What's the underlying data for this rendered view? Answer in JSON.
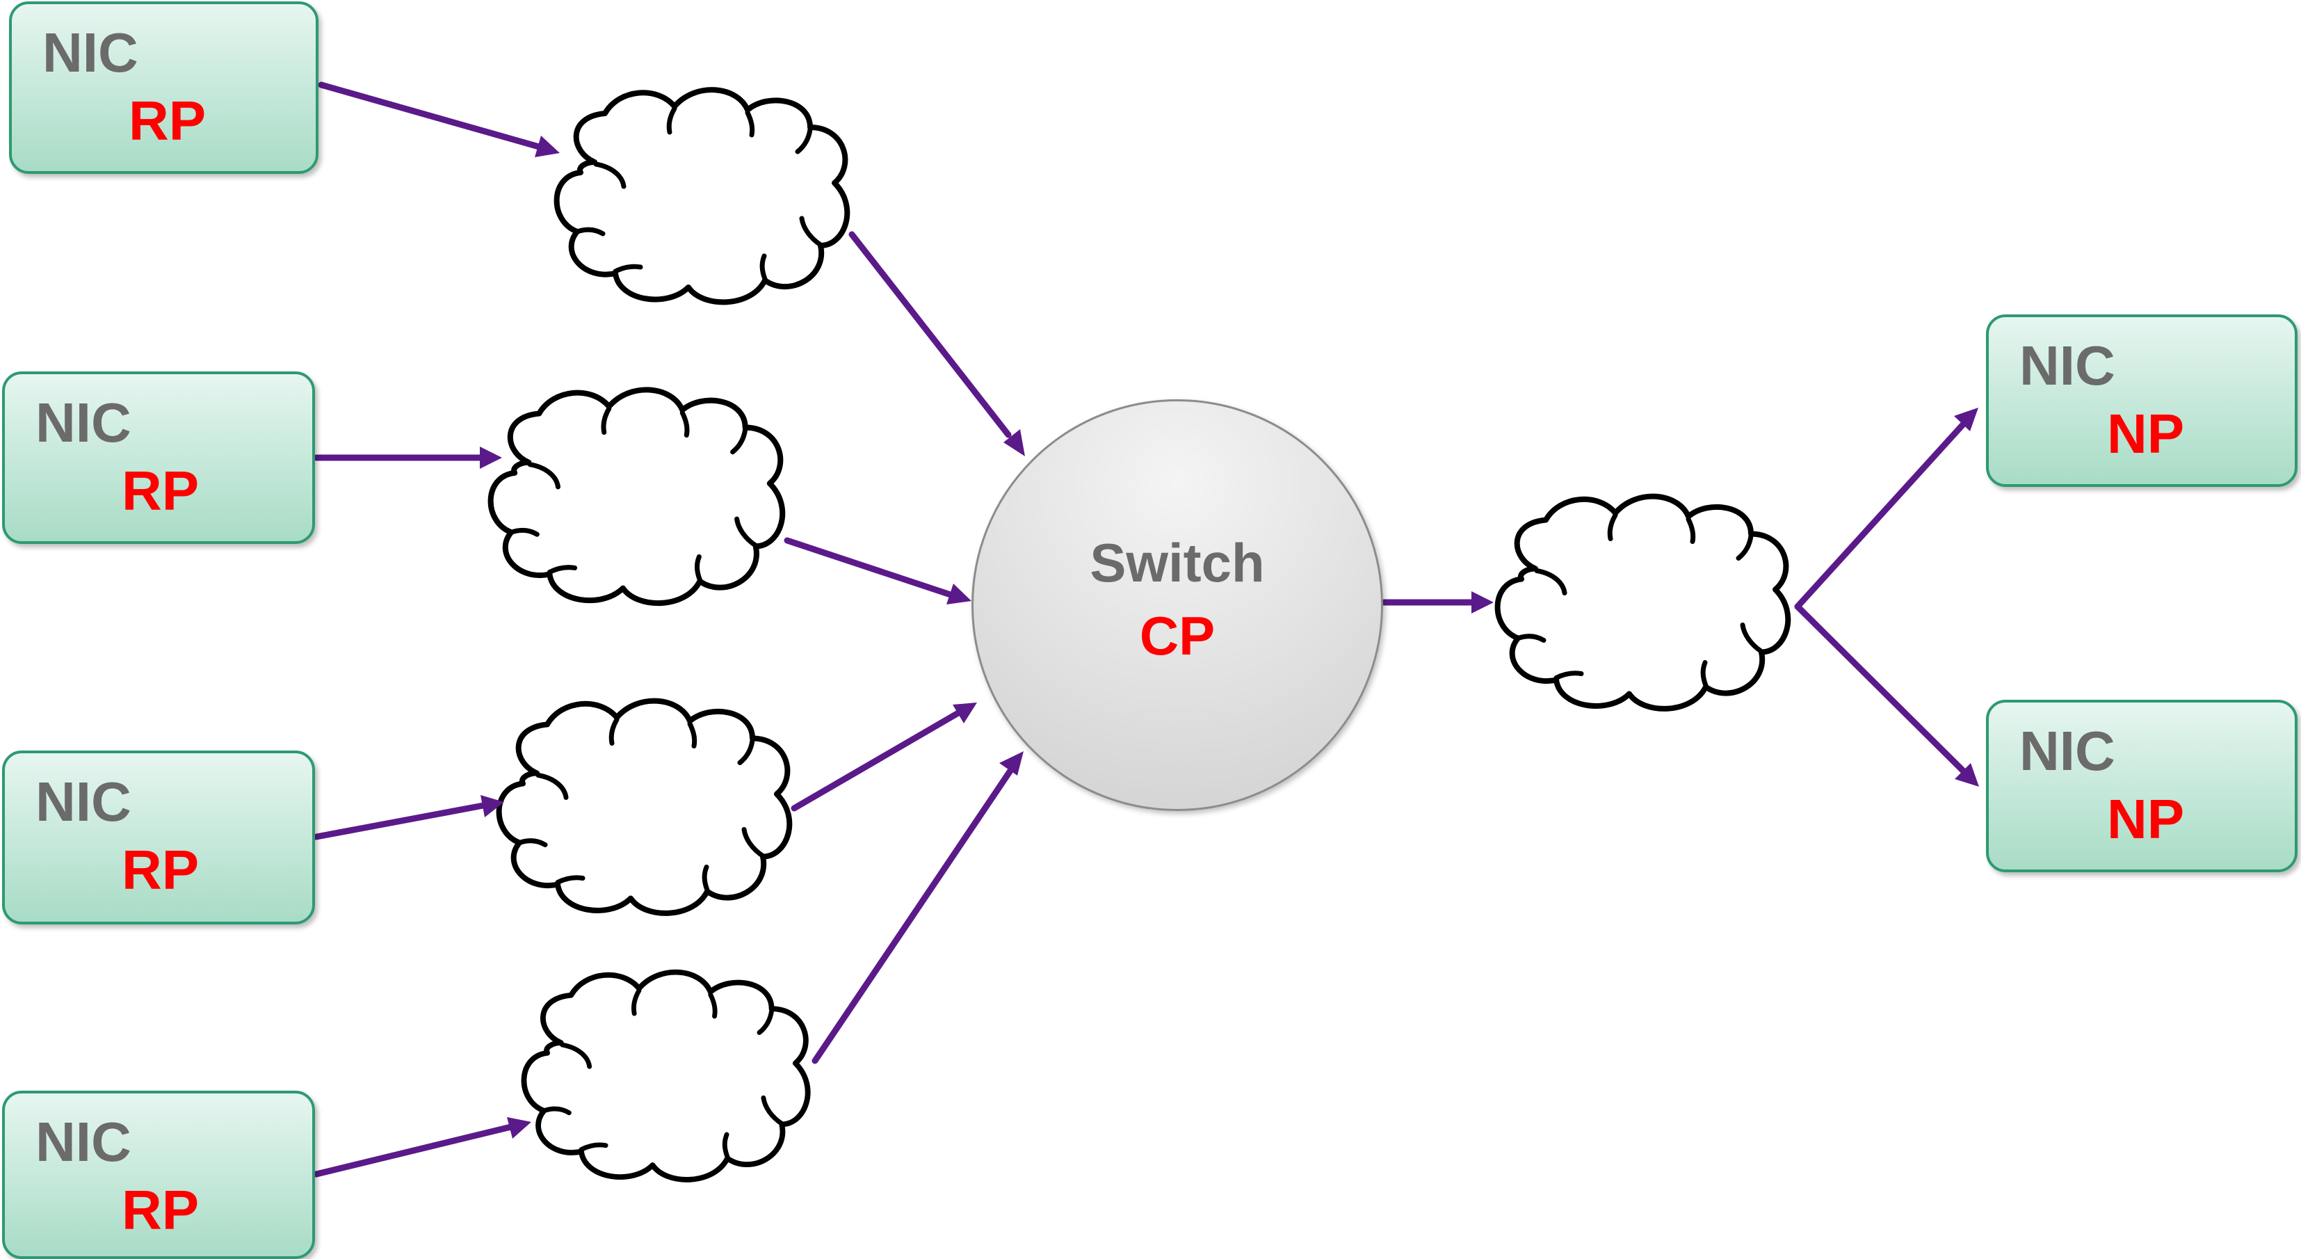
{
  "nodes": {
    "sources": [
      {
        "nic": "NIC",
        "role": "RP"
      },
      {
        "nic": "NIC",
        "role": "RP"
      },
      {
        "nic": "NIC",
        "role": "RP"
      },
      {
        "nic": "NIC",
        "role": "RP"
      }
    ],
    "switch": {
      "label": "Switch",
      "role": "CP"
    },
    "receivers": [
      {
        "nic": "NIC",
        "role": "NP"
      },
      {
        "nic": "NIC",
        "role": "NP"
      }
    ]
  },
  "colors": {
    "arrow": "#5b1a8a",
    "role_text": "#ff0000",
    "nic_text": "#6b6b6b",
    "box_border": "#2e9a72"
  }
}
